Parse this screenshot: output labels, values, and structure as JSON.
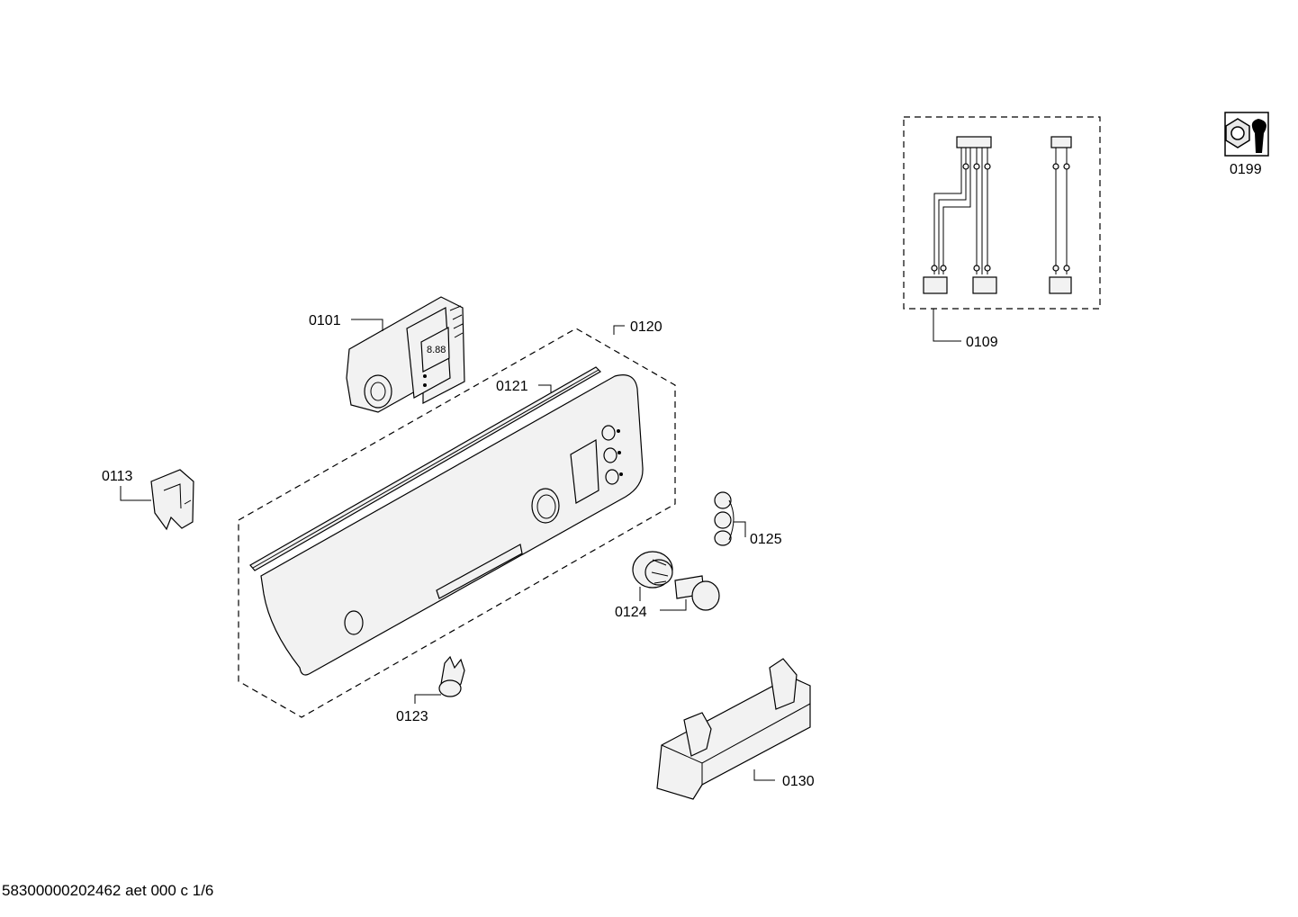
{
  "diagram": {
    "parts": [
      {
        "id": "0101",
        "label": "0101"
      },
      {
        "id": "0109",
        "label": "0109"
      },
      {
        "id": "0113",
        "label": "0113"
      },
      {
        "id": "0120",
        "label": "0120"
      },
      {
        "id": "0121",
        "label": "0121"
      },
      {
        "id": "0123",
        "label": "0123"
      },
      {
        "id": "0124",
        "label": "0124"
      },
      {
        "id": "0125",
        "label": "0125"
      },
      {
        "id": "0130",
        "label": "0130"
      },
      {
        "id": "0199",
        "label": "0199"
      }
    ]
  },
  "footer": {
    "text": "58300000202462 aet 000 c 1/6"
  }
}
